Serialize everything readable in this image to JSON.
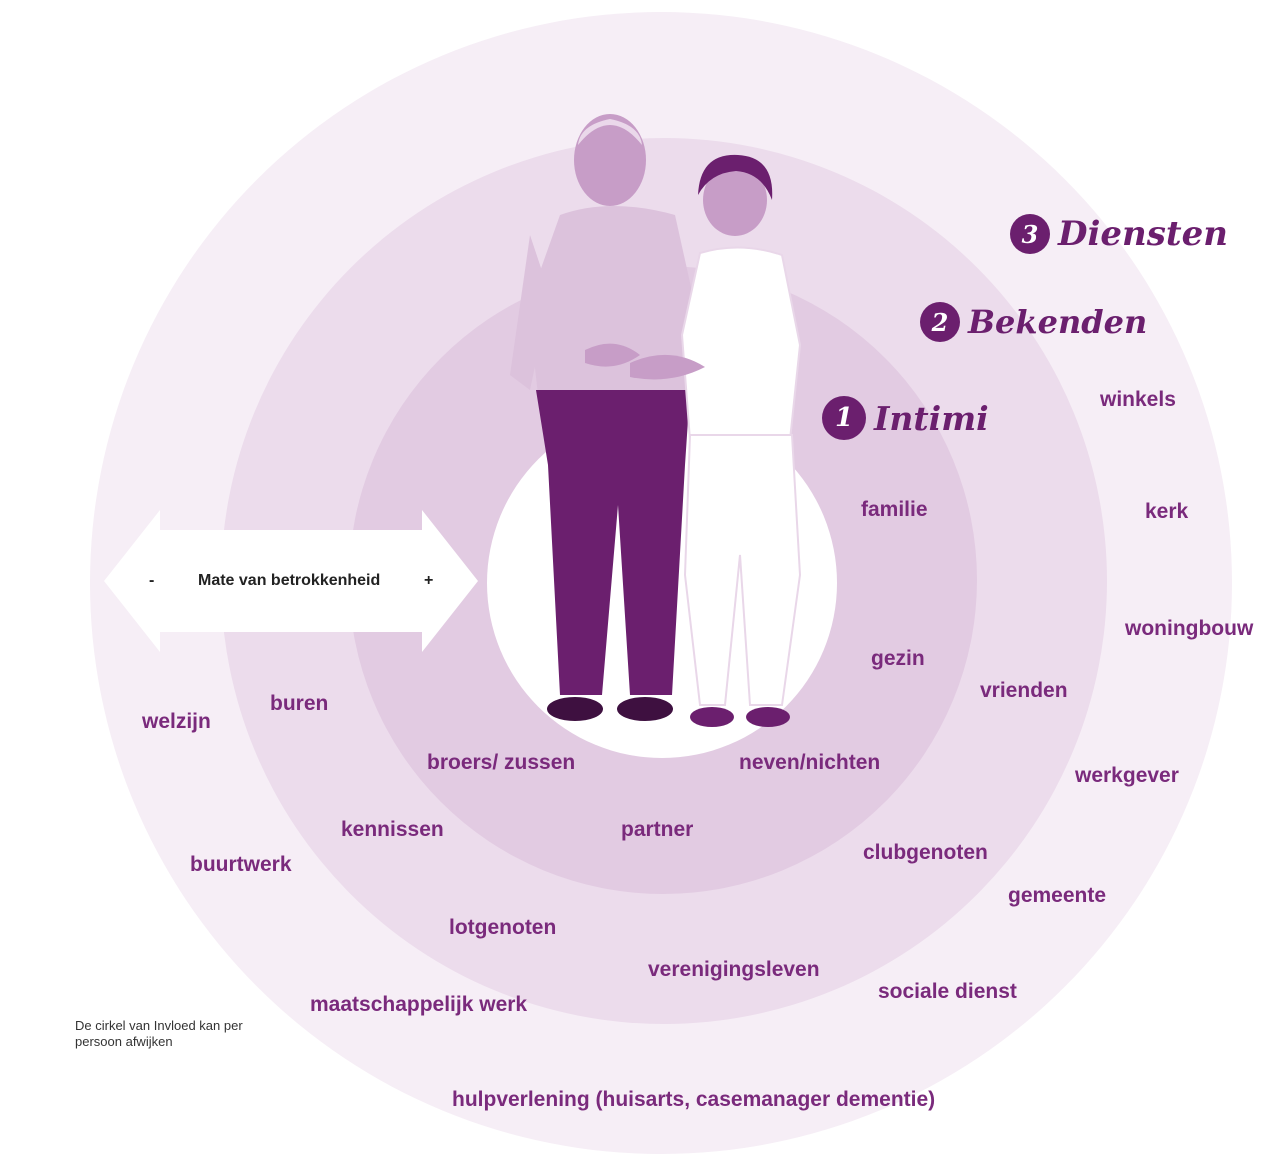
{
  "layers": [
    {
      "number": "1",
      "title": "Intimi"
    },
    {
      "number": "2",
      "title": "Bekenden"
    },
    {
      "number": "3",
      "title": "Diensten"
    }
  ],
  "arrow": {
    "minus": "-",
    "label": "Mate van betrokkenheid",
    "plus": "+"
  },
  "terms": {
    "familie": "familie",
    "gezin": "gezin",
    "broers_zussen": "broers/ zussen",
    "neven_nichten": "neven/nichten",
    "partner": "partner",
    "winkels": "winkels",
    "kerk": "kerk",
    "woningbouw": "woningbouw",
    "vrienden": "vrienden",
    "werkgever": "werkgever",
    "clubgenoten": "clubgenoten",
    "gemeente": "gemeente",
    "sociale_dienst": "sociale dienst",
    "verenigingsleven": "verenigingsleven",
    "lotgenoten": "lotgenoten",
    "kennissen": "kennissen",
    "buren": "buren",
    "welzijn": "welzijn",
    "buurtwerk": "buurtwerk",
    "maatschappelijk_werk": "maatschappelijk werk",
    "hulpverlening": "hulpverlening (huisarts, casemanager dementie)"
  },
  "note": "De cirkel van Invloed kan per persoon afwijken",
  "colors": {
    "accent": "#6b1f6e",
    "ring_outer": "#f6eef6",
    "ring_middle": "#ecdcec",
    "ring_inner": "#e2cbe2"
  },
  "image": {
    "icon": "elderly-couple-photo"
  }
}
